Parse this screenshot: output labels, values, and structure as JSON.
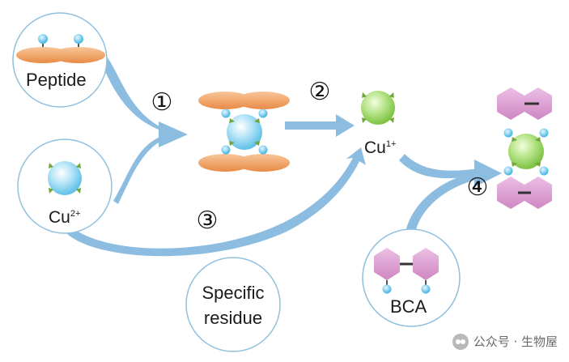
{
  "labels": {
    "peptide": "Peptide",
    "cu2_base": "Cu",
    "cu2_sup": "2+",
    "cu1_base": "Cu",
    "cu1_sup": "1+",
    "specific_line1": "Specific",
    "specific_line2": "residue",
    "bca": "BCA"
  },
  "steps": [
    "①",
    "②",
    "③",
    "④"
  ],
  "watermark": "公众号 · 生物屋",
  "colors": {
    "arrow": "#7fb5d8",
    "circle_stroke": "#8fc0df",
    "peptide_orange": "#f0a060",
    "cu2_blue": "#8fd3f0",
    "cu1_green": "#a6dc72",
    "bca_pink": "#d99bd0",
    "small_dot": "#6cc6ea",
    "ligand_green": "#74a53a"
  }
}
